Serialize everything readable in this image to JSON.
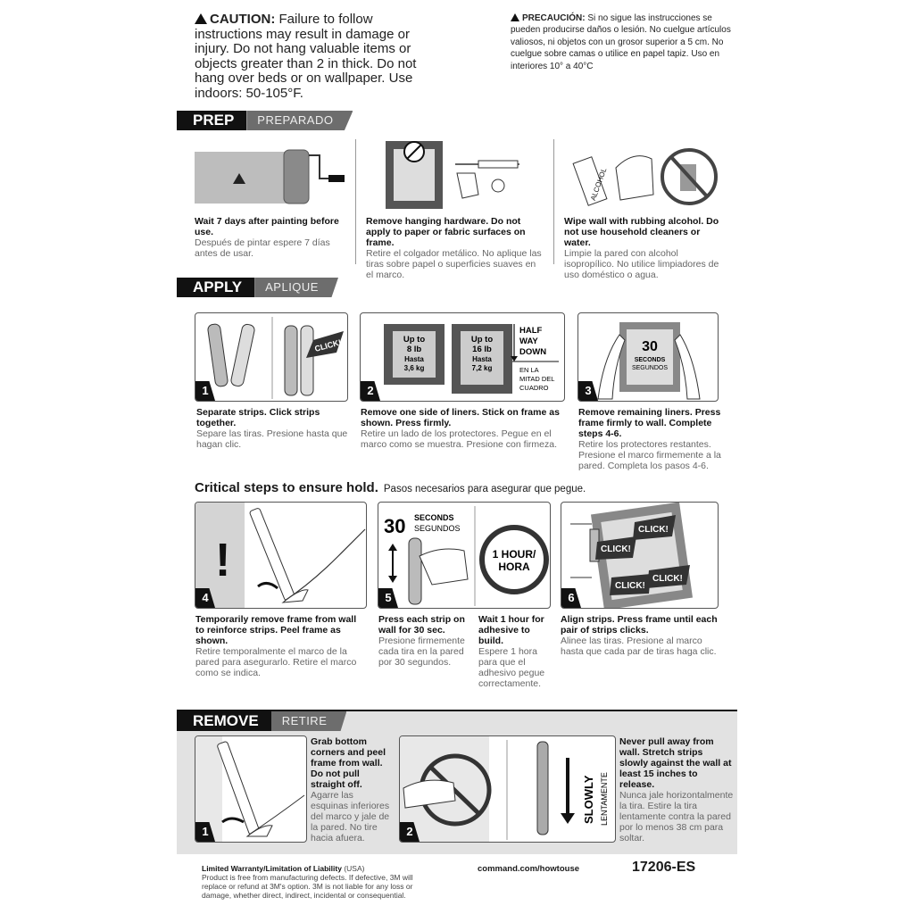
{
  "caution": {
    "en_label": "CAUTION:",
    "en_text": "Failure to follow instructions may result in damage or injury. Do not hang valuable items or objects greater than 2 in thick. Do not hang over beds or on wallpaper. Use indoors: 50-105°F.",
    "es_label": "PRECAUCIÓN:",
    "es_text": "Si no sigue las instrucciones se pueden producirse daños o lesión. No cuelgue artículos valiosos, ni objetos con un grosor superior a 5 cm. No cuelgue sobre camas o utilice en papel tapiz. Uso en interiores 10° a 40°C"
  },
  "prep": {
    "title": "PREP",
    "title_es": "PREPARADO",
    "steps": [
      {
        "en": "Wait 7 days after painting before use.",
        "es": "Después de pintar espere 7 días antes de usar."
      },
      {
        "en": "Remove hanging hardware. Do not apply to paper or fabric surfaces on frame.",
        "es": "Retire el colgador metálico. No aplique las tiras sobre papel o superficies suaves en el marco."
      },
      {
        "en": "Wipe wall with rubbing alcohol. Do not use household cleaners or water.",
        "es": "Limpie la pared con alcohol isopropílico. No utilice limpiadores de uso doméstico o agua."
      }
    ],
    "alcohol_label": "ALCOHOL"
  },
  "apply": {
    "title": "APPLY",
    "title_es": "APLIQUE",
    "steps": [
      {
        "num": "1",
        "en": "Separate strips. Click strips together.",
        "es": "Separe las tiras. Presione hasta que hagan clic."
      },
      {
        "num": "2",
        "en": "Remove one side of liners. Stick on frame as shown. Press firmly.",
        "es": "Retire un lado de los protectores. Pegue en el marco como se muestra. Presione con firmeza."
      },
      {
        "num": "3",
        "en": "Remove remaining liners. Press frame firmly to wall. Complete steps 4-6.",
        "es": "Retire los protectores restantes. Presione el marco firmemente a la pared. Completa los pasos 4-6."
      }
    ],
    "click_label": "CLICK!",
    "frame1": {
      "line1": "Up to",
      "line2": "8 lb",
      "line3": "Hasta",
      "line4": "3,6 kg"
    },
    "frame2": {
      "line1": "Up to",
      "line2": "16 lb",
      "line3": "Hasta",
      "line4": "7,2 kg"
    },
    "halfway": {
      "l1": "HALF",
      "l2": "WAY",
      "l3": "DOWN",
      "es1": "EN LA",
      "es2": "MITAD DEL",
      "es3": "CUADRO"
    },
    "seconds": {
      "num": "30",
      "en": "SECONDS",
      "es": "SEGUNDOS"
    }
  },
  "critical": {
    "title": "Critical steps to ensure hold.",
    "title_es": "Pasos necesarios para asegurar que pegue.",
    "steps": [
      {
        "num": "4",
        "en": "Temporarily remove frame from wall to reinforce strips. Peel frame as shown.",
        "es": "Retire temporalmente el marco de la pared para asegurarlo. Retire el marco como se indica."
      },
      {
        "num": "5",
        "en": "Press each strip on wall for 30 sec.",
        "es": "Presione firmemente cada tira en la pared por 30 segundos."
      },
      {
        "num": "6",
        "en": "Align strips. Press frame until each pair of strips clicks.",
        "es": "Alinee las tiras. Presione al marco hasta que cada par de tiras haga clic."
      }
    ],
    "wait": {
      "en": "Wait 1 hour for adhesive to build.",
      "es": "Espere 1 hora para que el adhesivo pegue correctamente."
    },
    "seconds": {
      "num": "30",
      "en": "SECONDS",
      "es": "SEGUNDOS"
    },
    "clock": {
      "l1": "1 HOUR/",
      "l2": "HORA"
    },
    "exclaim": "!",
    "click_label": "CLICK!"
  },
  "remove": {
    "title": "REMOVE",
    "title_es": "RETIRE",
    "steps": [
      {
        "num": "1",
        "en": "Grab bottom corners and peel frame from wall. Do not pull straight off.",
        "es": "Agarre las esquinas inferiores del marco y jale de la pared. No tire hacia afuera."
      },
      {
        "num": "2",
        "en": "Never pull away from wall. Stretch strips slowly against the wall at least 15 inches to release.",
        "es": "Nunca jale horizontalmente la tira. Estire la tira lentamente contra la pared por lo menos 38 cm para soltar."
      }
    ],
    "slowly": "SLOWLY",
    "slowly_es": "LENTAMENTE"
  },
  "footer": {
    "warranty_title": "Limited Warranty/Limitation of Liability",
    "warranty_region": "(USA)",
    "warranty_text": "Product is free from manufacturing defects. If defective, 3M will replace or refund at 3M's option. 3M is not liable for any loss or damage, whether direct, indirect, incidental or consequential.",
    "url": "command.com/howtouse",
    "code": "17206-ES"
  }
}
